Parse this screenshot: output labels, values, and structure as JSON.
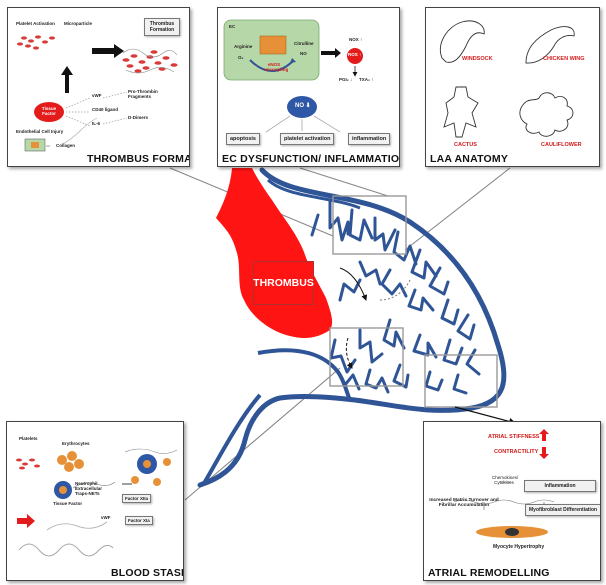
{
  "panels": {
    "thrombus_formation": {
      "title": "THROMBUS FORMATION",
      "labels": {
        "platelet_activation": "Platelet Activation",
        "microparticle": "Microparticle",
        "thrombus_formation_box": "Thrombus Formation",
        "tissue_factor": "Tissue Factor",
        "vwf": "vWF",
        "cd40_ligand": "CD40 ligand",
        "il6": "IL-6",
        "pro_thrombin_fragments": "Pro-Thrombin Fragments",
        "d_dimers": "D-Dimers",
        "endothelial_injury": "Endothelial Cell Injury",
        "collagen": "Collagen"
      }
    },
    "ec_dysfunction": {
      "title": "EC DYSFUNCTION/ INFLAMMATION",
      "labels": {
        "ec": "EC",
        "arginine": "Arginine",
        "o2": "O₂",
        "citrulline": "Citrulline",
        "no": "NO",
        "enos_uncoupling": "eNOS uncoupling",
        "nox": "NOX ↑",
        "ros": "ROS ↑",
        "pgi2": "PGI₂ ↓",
        "txa2": "TXA₂ ↑",
        "no_down": "NO ⬇",
        "apoptosis": "apoptosis",
        "platelet_activation": "platelet activation",
        "inflammation": "inflammation"
      }
    },
    "laa_anatomy": {
      "title": "LAA ANATOMY",
      "labels": {
        "windsock": "WINDSOCK",
        "chicken_wing": "CHICKEN WING",
        "cactus": "CACTUS",
        "cauliflower": "CAULIFLOWER"
      }
    },
    "blood_stasis": {
      "title": "BLOOD STASIS",
      "labels": {
        "platelets": "Platelets",
        "erythrocytes": "Erythrocytes",
        "net": "Neutrophil Extracellular Traps-NETs",
        "tissue_factor": "Tissue Factor",
        "vwf": "vWF",
        "factor_xiia": "Factor XIIa",
        "factor_xia": "Factor XIa"
      }
    },
    "atrial_remodelling": {
      "title": "ATRIAL REMODELLING",
      "labels": {
        "atrial_stiffness": "ATRIAL STIFFNESS",
        "contractility": "CONTRACTILITY",
        "chemokines": "Chemokines/ Cytokines",
        "inflammation": "Inflammation",
        "matrix_turnover": "Increased Matrix Turnover and Fibrillar Accumulation",
        "myofibroblast": "Myofibroblast Differentiation",
        "myocyte": "Myocyte Hypertrophy"
      }
    }
  },
  "center": {
    "thrombus_label": "THROMBUS"
  },
  "colors": {
    "thrombus_red": "#ff1414",
    "wall_blue": "#2f5597",
    "label_red": "#d21a1a",
    "ec_green": "#b6d7a8",
    "no_blue": "#2e57a6"
  }
}
